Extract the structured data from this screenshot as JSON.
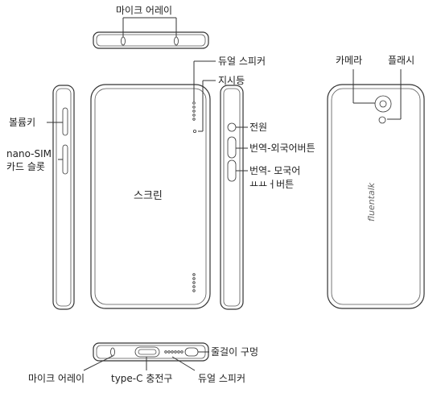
{
  "labels": {
    "top_mic": "마이크 어레이",
    "dual_speaker_top": "듀얼 스피커",
    "indicator": "지시등",
    "volume_key": "볼륨키",
    "nano_sim_line1": "nano-SIM",
    "nano_sim_line2": "카드 슬롯",
    "screen": "스크린",
    "power": "전원",
    "translate_foreign": "번역-외국어버튼",
    "translate_native_line1": "번역- 모국어",
    "translate_native_line2": "ㅛㅛㅓ버튼",
    "camera": "카메라",
    "flash": "플래시",
    "brand_logo": "fluentalk",
    "bottom_mic": "마이크 어레이",
    "typec_port": "type-C 충전구",
    "dual_speaker_bottom": "듀얼 스피커",
    "lanyard_hole": "줄걸이 구멍"
  }
}
